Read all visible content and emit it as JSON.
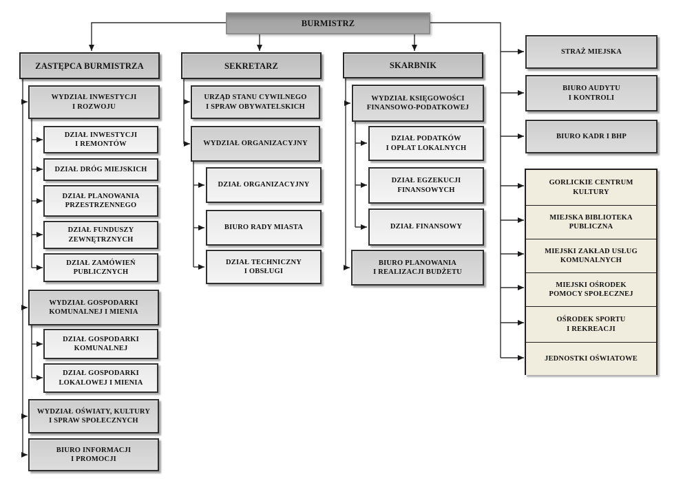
{
  "colors": {
    "background": "#ffffff",
    "root_fill": "#a6a6a6",
    "header_fill": "#c6c6c6",
    "wydzial_fill": "#d7d7d7",
    "dzial_fill": "#efefef",
    "unit_fill": "#f0edde",
    "border_dark": "#262626",
    "connector_line": "#2e2e2e"
  },
  "root": {
    "label": "BURMISTRZ"
  },
  "col_zastepca": {
    "header": "ZASTĘPCA BURMISTRZA",
    "wydzial_inwestycji": "WYDZIAŁ INWESTYCJI\nI ROZWOJU",
    "dzial_inwestycji": "DZIAŁ INWESTYCJI\nI REMONTÓW",
    "dzial_drog": "DZIAŁ DRÓG MIEJSKICH",
    "dzial_planowania": "DZIAŁ PLANOWANIA\nPRZESTRZENNEGO",
    "dzial_funduszy": "DZIAŁ FUNDUSZY\nZEWNĘTRZNYCH",
    "dzial_zamowien": "DZIAŁ ZAMÓWIEŃ\nPUBLICZNYCH",
    "wydzial_gospodarki": "WYDZIAŁ GOSPODARKI\nKOMUNALNEJ I MIENIA",
    "dzial_gosp_komunalnej": "DZIAŁ GOSPODARKI\nKOMUNALNEJ",
    "dzial_gosp_lokalowej": "DZIAŁ GOSPODARKI\nLOKALOWEJ I MIENIA",
    "wydzial_oswiaty": "WYDZIAŁ OŚWIATY, KULTURY\nI SPRAW SPOŁECZNYCH",
    "biuro_informacji": "BIURO INFORMACJI\nI PROMOCJI"
  },
  "col_sekretarz": {
    "header": "SEKRETARZ",
    "urzad_stanu": "URZĄD STANU CYWILNEGO\nI SPRAW OBYWATELSKICH",
    "wydzial_organizacyjny": "WYDZIAŁ ORGANIZACYJNY",
    "dzial_organizacyjny": "DZIAŁ ORGANIZACYJNY",
    "biuro_rady": "BIURO RADY MIASTA",
    "dzial_techniczny": "DZIAŁ TECHNICZNY\nI OBSŁUGI"
  },
  "col_skarbnik": {
    "header": "SKARBNIK",
    "wydzial_ksiegowosci": "WYDZIAŁ KSIĘGOWOŚCI\nFINANSOWO-PODATKOWEJ",
    "dzial_podatkow": "DZIAŁ PODATKÓW\nI OPŁAT LOKALNYCH",
    "dzial_egzekucji": "DZIAŁ EGZEKUCJI\nFINANSOWYCH",
    "dzial_finansowy": "DZIAŁ FINANSOWY",
    "biuro_planowania": "BIURO PLANOWANIA\nI REALIZACJI BUDŻETU"
  },
  "col_jednostki": {
    "straz": "STRAŻ MIEJSKA",
    "audyt": "BIURO AUDYTU\nI KONTROLI",
    "kadry": "BIURO KADR I BHP",
    "gck": "GORLICKIE CENTRUM\nKULTURY",
    "biblioteka": "MIEJSKA BIBLIOTEKA\nPUBLICZNA",
    "mzuk": "MIEJSKI ZAKŁAD USŁUG\nKOMUNALNYCH",
    "mops": "MIEJSKI OŚRODEK\nPOMOCY SPOŁECZNEJ",
    "osir": "OŚRODEK SPORTU\nI REKREACJI",
    "oswiata": "JEDNOSTKI OŚWIATOWE"
  }
}
